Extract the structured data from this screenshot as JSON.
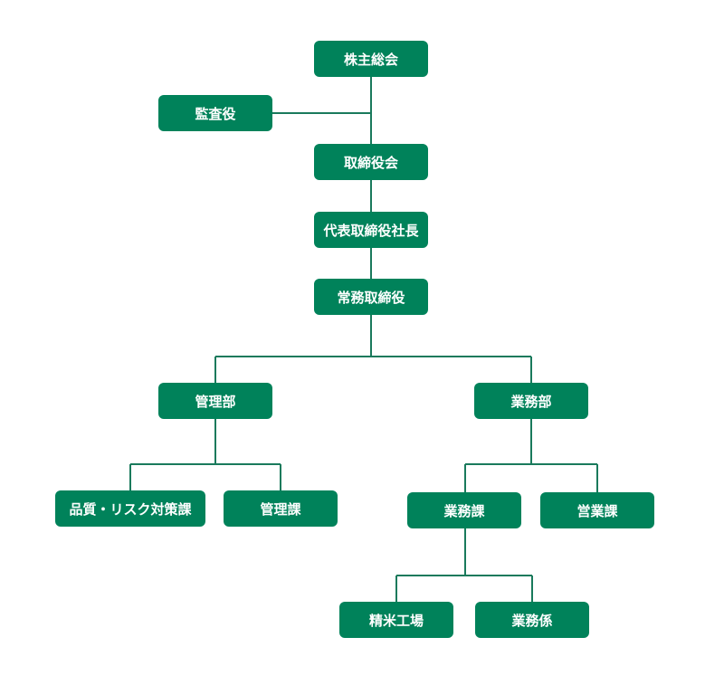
{
  "colors": {
    "node_fill": "#00825a",
    "node_text": "#ffffff",
    "connector": "#1a7a5c"
  },
  "org_chart": {
    "shareholders_meeting": "株主総会",
    "auditor": "監査役",
    "board_of_directors": "取締役会",
    "president": "代表取締役社長",
    "managing_director": "常務取締役",
    "admin_department": "管理部",
    "operations_department": "業務部",
    "quality_risk_section": "品質・リスク対策課",
    "admin_section": "管理課",
    "operations_section": "業務課",
    "sales_section": "営業課",
    "rice_polishing_plant": "精米工場",
    "operations_unit": "業務係"
  }
}
